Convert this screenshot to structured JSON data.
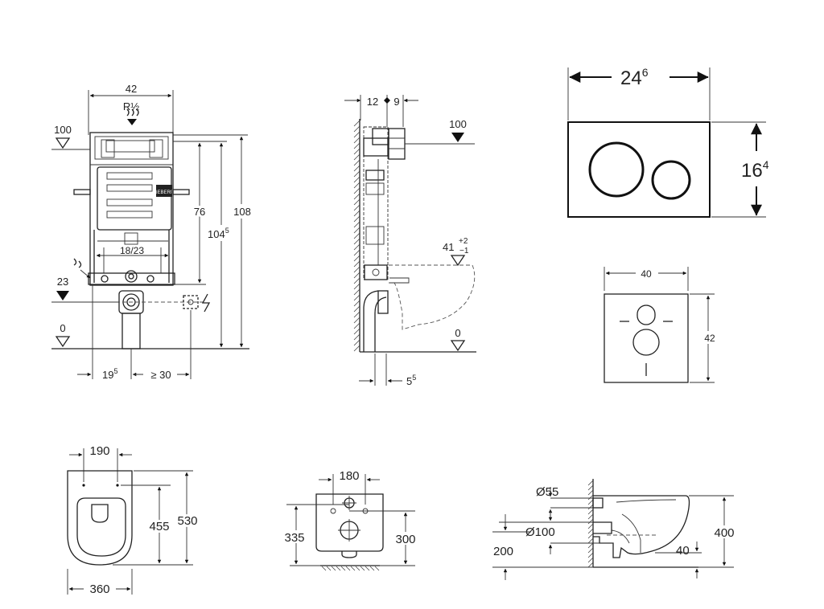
{
  "frame": {
    "dims": {
      "w42": "42",
      "pipe": "R½",
      "top100": "100",
      "h76": "76",
      "h108": "108",
      "h104_base": "104",
      "h104_sup": "5",
      "d18_23": "18/23",
      "h23": "23",
      "zero": "0",
      "w19_base": "19",
      "w19_sup": "5",
      "w30": "≥ 30"
    }
  },
  "side": {
    "dims": {
      "d12": "12",
      "d9": "9",
      "top100": "100",
      "h41_base": "41",
      "h41_tol_top": "+2",
      "h41_tol_bot": "−1",
      "zero": "0",
      "d5_base": "5",
      "d5_sup": "5"
    }
  },
  "flush_plate": {
    "width_base": "24",
    "width_sup": "6",
    "height_base": "16",
    "height_sup": "4"
  },
  "sound_mat": {
    "width": "40",
    "height": "42"
  },
  "bowl_top": {
    "w190": "190",
    "l455": "455",
    "l530": "530",
    "w360": "360"
  },
  "bowl_rear": {
    "w180": "180",
    "h335": "335",
    "h300": "300"
  },
  "bowl_side": {
    "d55": "Ø55",
    "d100": "Ø100",
    "h200": "200",
    "h40": "40",
    "h400": "400"
  }
}
